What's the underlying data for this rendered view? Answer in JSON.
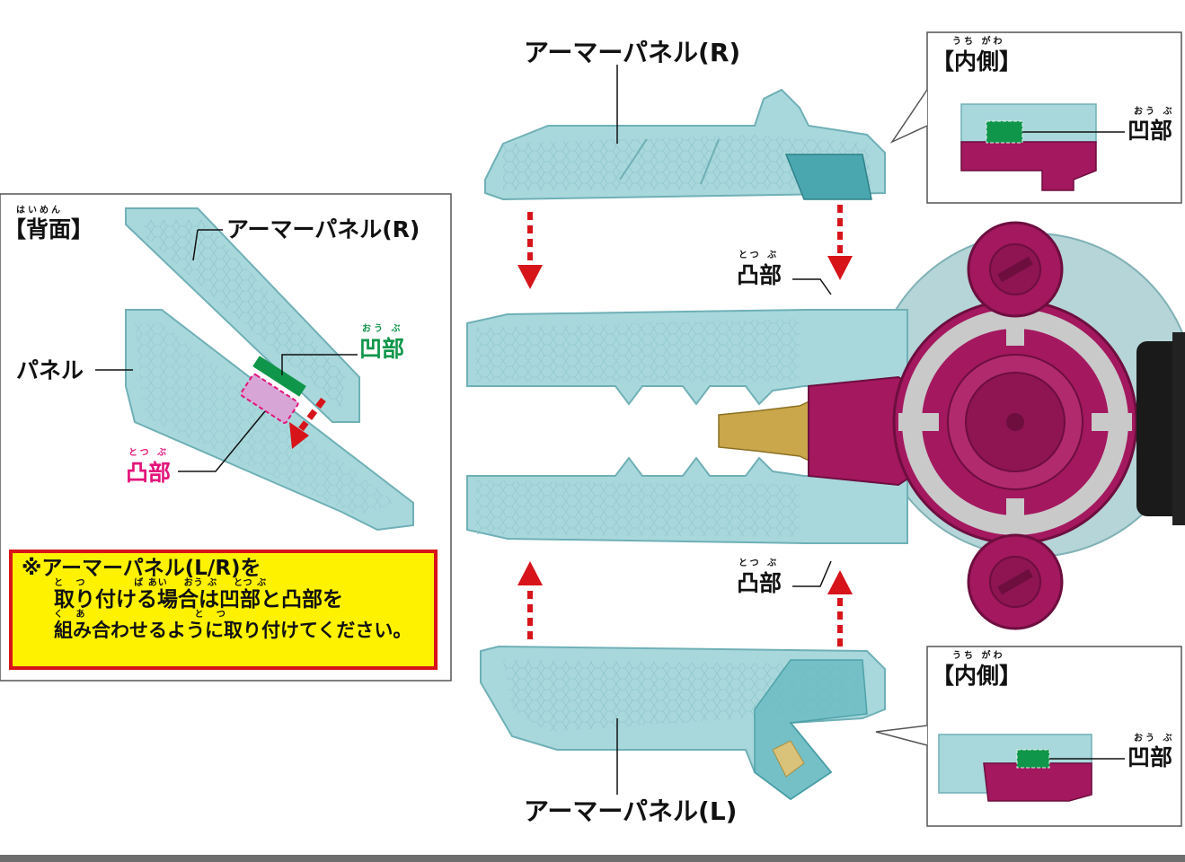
{
  "labels": {
    "armor_r_top": "アーマーパネル(R)",
    "armor_l_bottom": "アーマーパネル(L)",
    "back_heading": "【背面】",
    "back_heading_ruby": "はいめん",
    "back_armor_r": "アーマーパネル(R)",
    "panel": "パネル",
    "recess": "凹部",
    "recess_ruby": "おう ぶ",
    "protrusion": "凸部",
    "protrusion_ruby": "とつ ぶ",
    "inner": "【内側】",
    "inner_ruby": "うち がわ"
  },
  "note": {
    "line1": "※アーマーパネル(L/R)を",
    "ruby2": "と   つ            ば あい    おう ぶ    とつ ぶ",
    "line2": "取り付ける場合は凹部と凸部を",
    "ruby3": "く   あ                           と   つ",
    "line3": "組み合わせるように取り付けてください。"
  },
  "colors": {
    "panel_fill": "#a8d8dc",
    "panel_edge": "#6fb0b6",
    "body_magenta": "#a3185f",
    "body_grey": "#c9c9c9",
    "arrow_red": "#d7141a",
    "recess_green": "#10964a",
    "protrusion_pink": "#e4137b",
    "note_yellow": "#fff200"
  }
}
